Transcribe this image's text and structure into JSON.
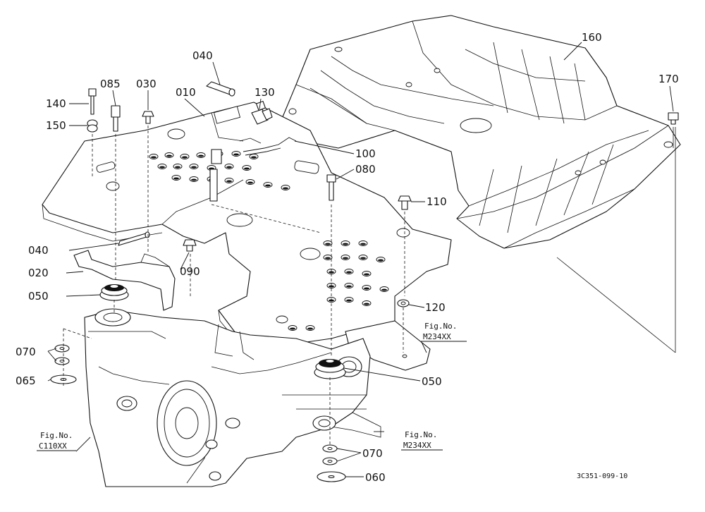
{
  "callouts": [
    {
      "id": "c160",
      "text": "160"
    },
    {
      "id": "c170",
      "text": "170"
    },
    {
      "id": "c040a",
      "text": "040"
    },
    {
      "id": "c085",
      "text": "085"
    },
    {
      "id": "c030",
      "text": "030"
    },
    {
      "id": "c010",
      "text": "010"
    },
    {
      "id": "c130",
      "text": "130"
    },
    {
      "id": "c140",
      "text": "140"
    },
    {
      "id": "c150",
      "text": "150"
    },
    {
      "id": "c100",
      "text": "100"
    },
    {
      "id": "c080",
      "text": "080"
    },
    {
      "id": "c110",
      "text": "110"
    },
    {
      "id": "c040b",
      "text": "040"
    },
    {
      "id": "c090",
      "text": "090"
    },
    {
      "id": "c020",
      "text": "020"
    },
    {
      "id": "c050a",
      "text": "050"
    },
    {
      "id": "c120",
      "text": "120"
    },
    {
      "id": "c070a",
      "text": "070"
    },
    {
      "id": "c065",
      "text": "065"
    },
    {
      "id": "c050b",
      "text": "050"
    },
    {
      "id": "c070b",
      "text": "070"
    },
    {
      "id": "c060",
      "text": "060"
    }
  ],
  "figure_refs": [
    {
      "id": "f1",
      "line1": "Fig.No.",
      "line2": "M234XX"
    },
    {
      "id": "f2",
      "line1": "Fig.No.",
      "line2": "C110XX"
    },
    {
      "id": "f3",
      "line1": "Fig.No.",
      "line2": "M234XX"
    }
  ],
  "drawing_code": "3C351-099-10"
}
